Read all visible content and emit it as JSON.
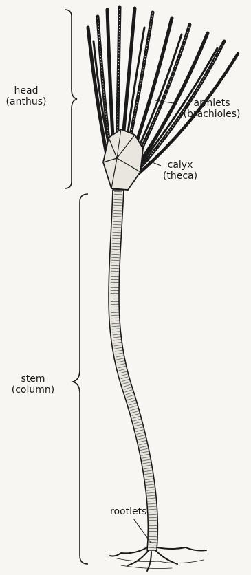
{
  "labels": {
    "head": "head",
    "head_alt": "(anthus)",
    "armlets": "armlets",
    "armlets_alt": "(brachioles)",
    "calyx": "calyx",
    "calyx_alt": "(theca)",
    "stem": "stem",
    "stem_alt": "(column)",
    "rootlets": "rootlets"
  },
  "colors": {
    "ink": "#1a1a1a",
    "paper": "#f7f6f2"
  }
}
